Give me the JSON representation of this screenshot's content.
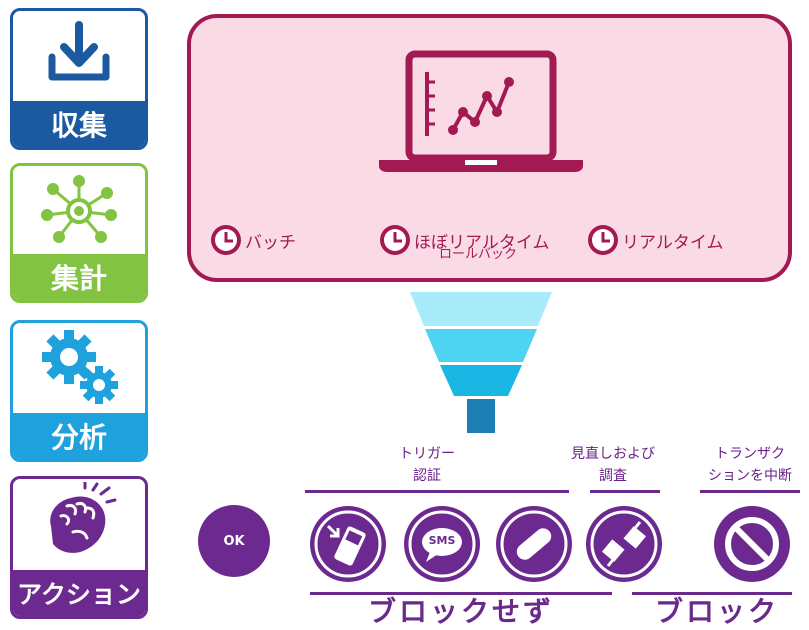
{
  "steps": [
    {
      "label": "収集",
      "color": "#1b5aa0",
      "icon": "download-icon"
    },
    {
      "label": "集計",
      "color": "#82c341",
      "icon": "network-hub-icon"
    },
    {
      "label": "分析",
      "color": "#1ea1dc",
      "icon": "gears-icon"
    },
    {
      "label": "アクション",
      "color": "#6c2a90",
      "icon": "raised-fist-icon"
    }
  ],
  "panel": {
    "icon": "laptop-chart-icon",
    "modes": [
      {
        "label": "バッチ",
        "icon": "clock-icon"
      },
      {
        "label": "ほぼリアルタイム",
        "icon": "clock-icon"
      },
      {
        "label": "リアルタイム",
        "icon": "clock-icon"
      }
    ],
    "rollback_label": "ロールバック"
  },
  "funnel": {
    "icon": "funnel-icon",
    "colors": [
      "#a8ecfa",
      "#4ed3f2",
      "#1ab7e5",
      "#1e7fb5"
    ]
  },
  "captions": {
    "trigger": "トリガー\n認証",
    "review": "見直しおよび\n調査",
    "abort": "トランザク\nションを中断"
  },
  "actions": {
    "ok": "OK",
    "sms": "SMS"
  },
  "footer": {
    "no_block": "ブロックせず",
    "block": "ブロック"
  },
  "colors": {
    "panel_border": "#a31a53",
    "panel_fill": "#fadbe5",
    "action_purple": "#6c2a90"
  }
}
